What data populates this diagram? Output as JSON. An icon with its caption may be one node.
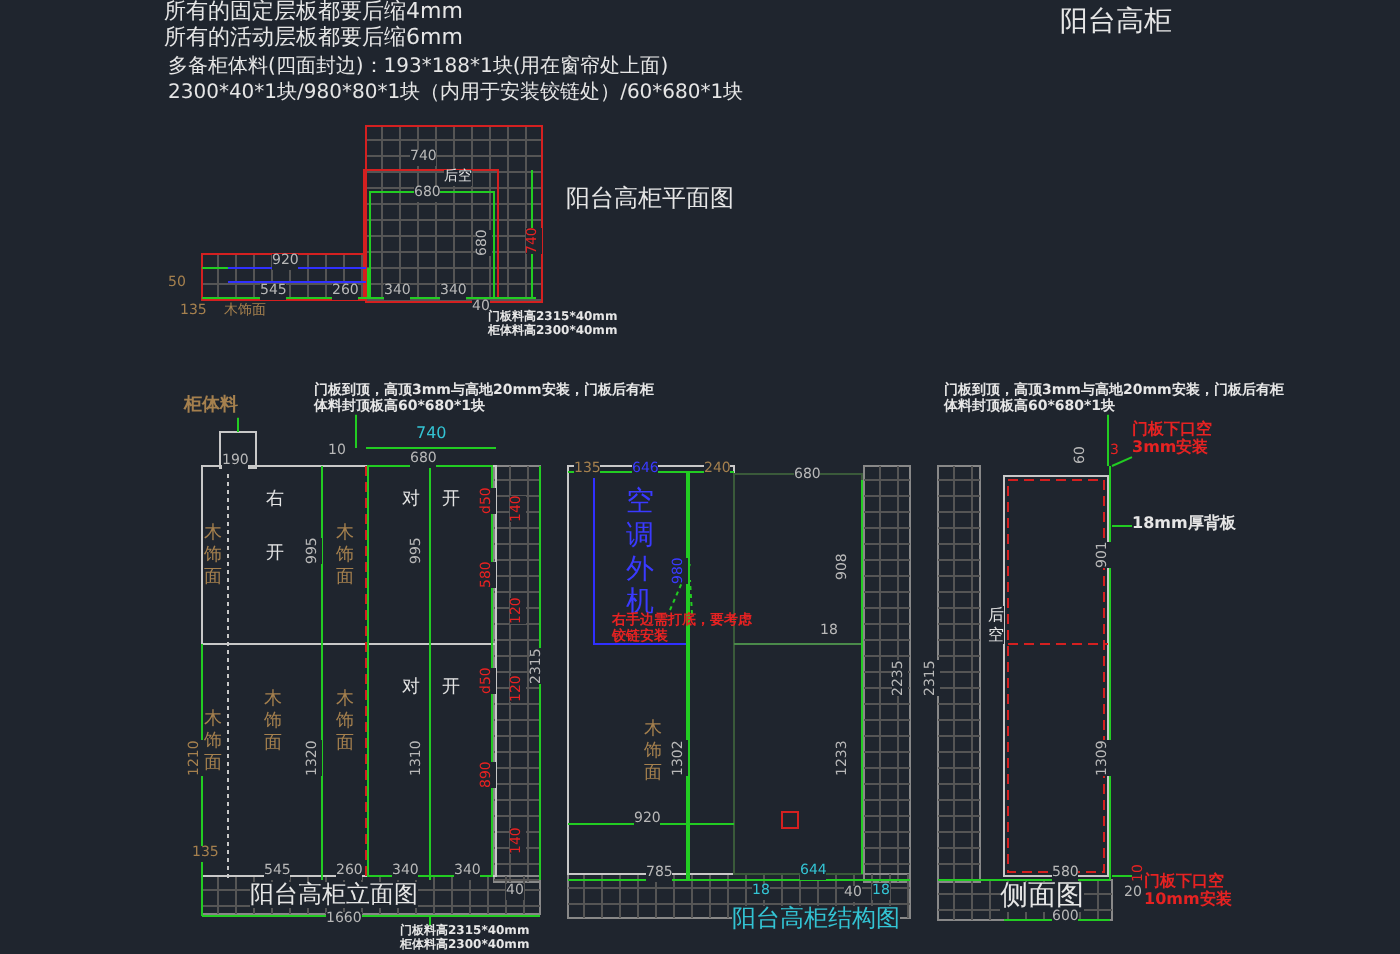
{
  "diagram": {
    "title": "阳台高柜",
    "nodes": [
      {
        "text": [
          "柜体料"
        ]
      },
      {
        "text": [
          "门板到顶，高顶3mm与高地20mm安装，门板后有柜体料封顶板高60*680*1块"
        ]
      },
      {
        "text": [
          "门板到顶，高顶3mm与高地20mm安装，门板后有柜体料封顶板高60*680*1块"
        ]
      },
      {
        "text": [
          "门板下口空3mm安装"
        ]
      },
      {
        "text": [
          "18mm厚背板"
        ]
      },
      {
        "text": [
          "门板下口空10mm安装"
        ]
      },
      {
        "text": [
          "右手边需打底，要考虑铰链安装"
        ]
      },
      {
        "text": [
          "门板料高2315*40mm",
          "柜体料高2300*40mm"
        ]
      },
      {
        "text": [
          "门板料高2315*40mm",
          "柜体料高2300*40mm"
        ]
      },
      {
        "text": [],
        "shape": "box"
      },
      {
        "text": [],
        "shape": "picture"
      },
      {
        "text": [],
        "shape": "picture"
      },
      {
        "text": [],
        "shape": "bar"
      },
      {
        "text": [],
        "shape": "picture"
      }
    ],
    "edges": [
      {
        "from": 0,
        "to": 9,
        "arrow": "none"
      },
      {
        "from": 1,
        "to": 10,
        "arrow": "none"
      },
      {
        "from": 2,
        "to": 11,
        "arrow": "none"
      },
      {
        "from": 3,
        "to": 11,
        "arrow": "none"
      },
      {
        "from": 4,
        "to": 11,
        "arrow": "none"
      },
      {
        "from": 5,
        "to": 11,
        "arrow": "none"
      },
      {
        "from": 6,
        "to": 12,
        "arrow": "none",
        "style": "dashed"
      },
      {
        "from": 7,
        "to": 13,
        "arrow": "none"
      },
      {
        "from": 8,
        "to": 10,
        "arrow": "none"
      }
    ],
    "labels": [
      "所有的固定层板都要后缩4mm",
      "所有的活动层板都要后缩6mm",
      "多备柜体料(四面封边)：193*188*1块(用在窗帘处上面)",
      "2300*40*1块/980*80*1块（内用于安装铰链处）/60*680*1块",
      "740",
      "后空",
      "680",
      "680",
      "740",
      "阳台高柜平面图",
      "920",
      "50",
      "545",
      "260",
      "340",
      "340",
      "135",
      "木饰面",
      "40",
      "190",
      "10",
      "740",
      "680",
      "右",
      "开",
      "对",
      "开",
      "木饰面",
      "995",
      "木饰面",
      "995",
      "d50",
      "140",
      "580",
      "120",
      "d50",
      "120",
      "890",
      "140",
      "2315",
      "1210",
      "木饰面",
      "木饰面",
      "1320",
      "木饰面",
      "对",
      "开",
      "1310",
      "135",
      "545",
      "260",
      "340",
      "340",
      "阳台高柜立面图",
      "40",
      "1660",
      "135",
      "646",
      "240",
      "680",
      "空调外机",
      "980",
      "908",
      "18",
      "2235",
      "木饰面",
      "1302",
      "1233",
      "920",
      "785",
      "644",
      "18",
      "40",
      "18",
      "阳台高柜结构图",
      "60",
      "3",
      "901",
      "2315",
      "后空",
      "1309",
      "580",
      "20",
      "10",
      "侧面图",
      "600"
    ]
  }
}
